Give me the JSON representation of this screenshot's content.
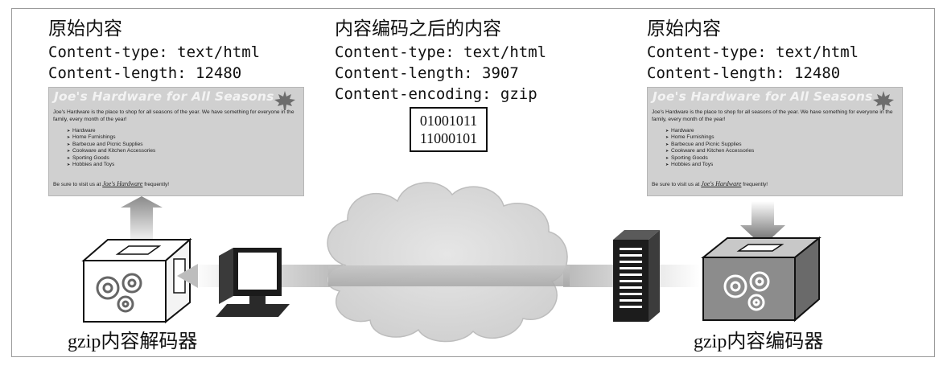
{
  "left_panel": {
    "title": "原始内容",
    "content_type": "Content-type: text/html",
    "content_length": "Content-length: 12480"
  },
  "middle_panel": {
    "title": "内容编码之后的内容",
    "content_type": "Content-type: text/html",
    "content_length": "Content-length: 3907",
    "content_encoding": "Content-encoding: gzip",
    "binary_line_1": "01001011",
    "binary_line_2": "11000101"
  },
  "right_panel": {
    "title": "原始内容",
    "content_type": "Content-type: text/html",
    "content_length": "Content-length: 12480"
  },
  "webpage": {
    "title": "Joe's Hardware for All Seasons",
    "paragraph": "Joe's Hardware is the place to shop for all seasons of the year. We have something for everyone in the family, every month of the year!",
    "items": [
      "Hardware",
      "Home Furnishings",
      "Barbecue and Picnic Supplies",
      "Cookware and Kitchen Accessories",
      "Sporting Goods",
      "Hobbies and Toys"
    ],
    "footer_prefix": "Be sure to visit us at",
    "footer_link": "Joe's Hardware",
    "footer_suffix": "frequently!"
  },
  "labels": {
    "decoder": "gzip内容解码器",
    "encoder": "gzip内容编码器"
  },
  "icons": [
    "maple-leaf-icon",
    "gear-icon",
    "monitor-icon",
    "server-icon",
    "cloud-icon"
  ],
  "colors": {
    "webpage_bg": "#d0d0d0",
    "decoder_box": "#ffffff",
    "encoder_box": "#8c8c8c",
    "cloud": "#d9d9d9",
    "network_band": "#b5b5b5"
  }
}
